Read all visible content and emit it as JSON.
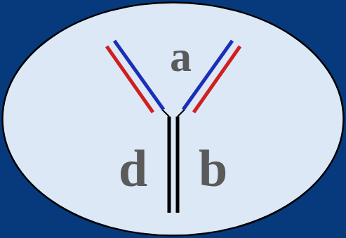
{
  "diagram": {
    "labels": [
      "a",
      "d",
      "b"
    ]
  }
}
